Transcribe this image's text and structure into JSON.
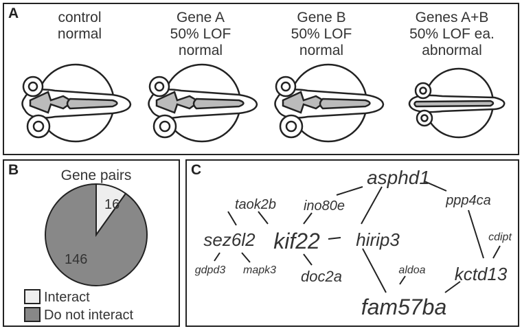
{
  "panel_a": {
    "label": "A",
    "conditions": [
      {
        "line1": "control",
        "line2": "normal",
        "line3": ""
      },
      {
        "line1": "Gene A",
        "line2": "50% LOF",
        "line3": "normal"
      },
      {
        "line1": "Gene B",
        "line2": "50% LOF",
        "line3": "normal"
      },
      {
        "line1": "Genes A+B",
        "line2": "50% LOF ea.",
        "line3": "abnormal"
      }
    ]
  },
  "panel_b": {
    "label": "B",
    "legend": [
      {
        "label": "Interact",
        "color": "#eeeeee"
      },
      {
        "label": "Do not interact",
        "color": "#888888"
      }
    ]
  },
  "chart_data": {
    "type": "pie",
    "title": "Gene pairs",
    "slices": [
      {
        "label": "Interact",
        "value": 16,
        "color": "#eeeeee"
      },
      {
        "label": "Do not interact",
        "value": 146,
        "color": "#888888"
      }
    ]
  },
  "panel_c": {
    "label": "C",
    "nodes": {
      "asphd1": "asphd1",
      "taok2b": "taok2b",
      "ino80e": "ino80e",
      "ppp4ca": "ppp4ca",
      "sez6l2": "sez6l2",
      "kif22": "kif22",
      "hirip3": "hirip3",
      "cdipt": "cdipt",
      "gdpd3": "gdpd3",
      "mapk3": "mapk3",
      "doc2a": "doc2a",
      "aldoa": "aldoa",
      "kctd13": "kctd13",
      "fam57ba": "fam57ba"
    }
  }
}
